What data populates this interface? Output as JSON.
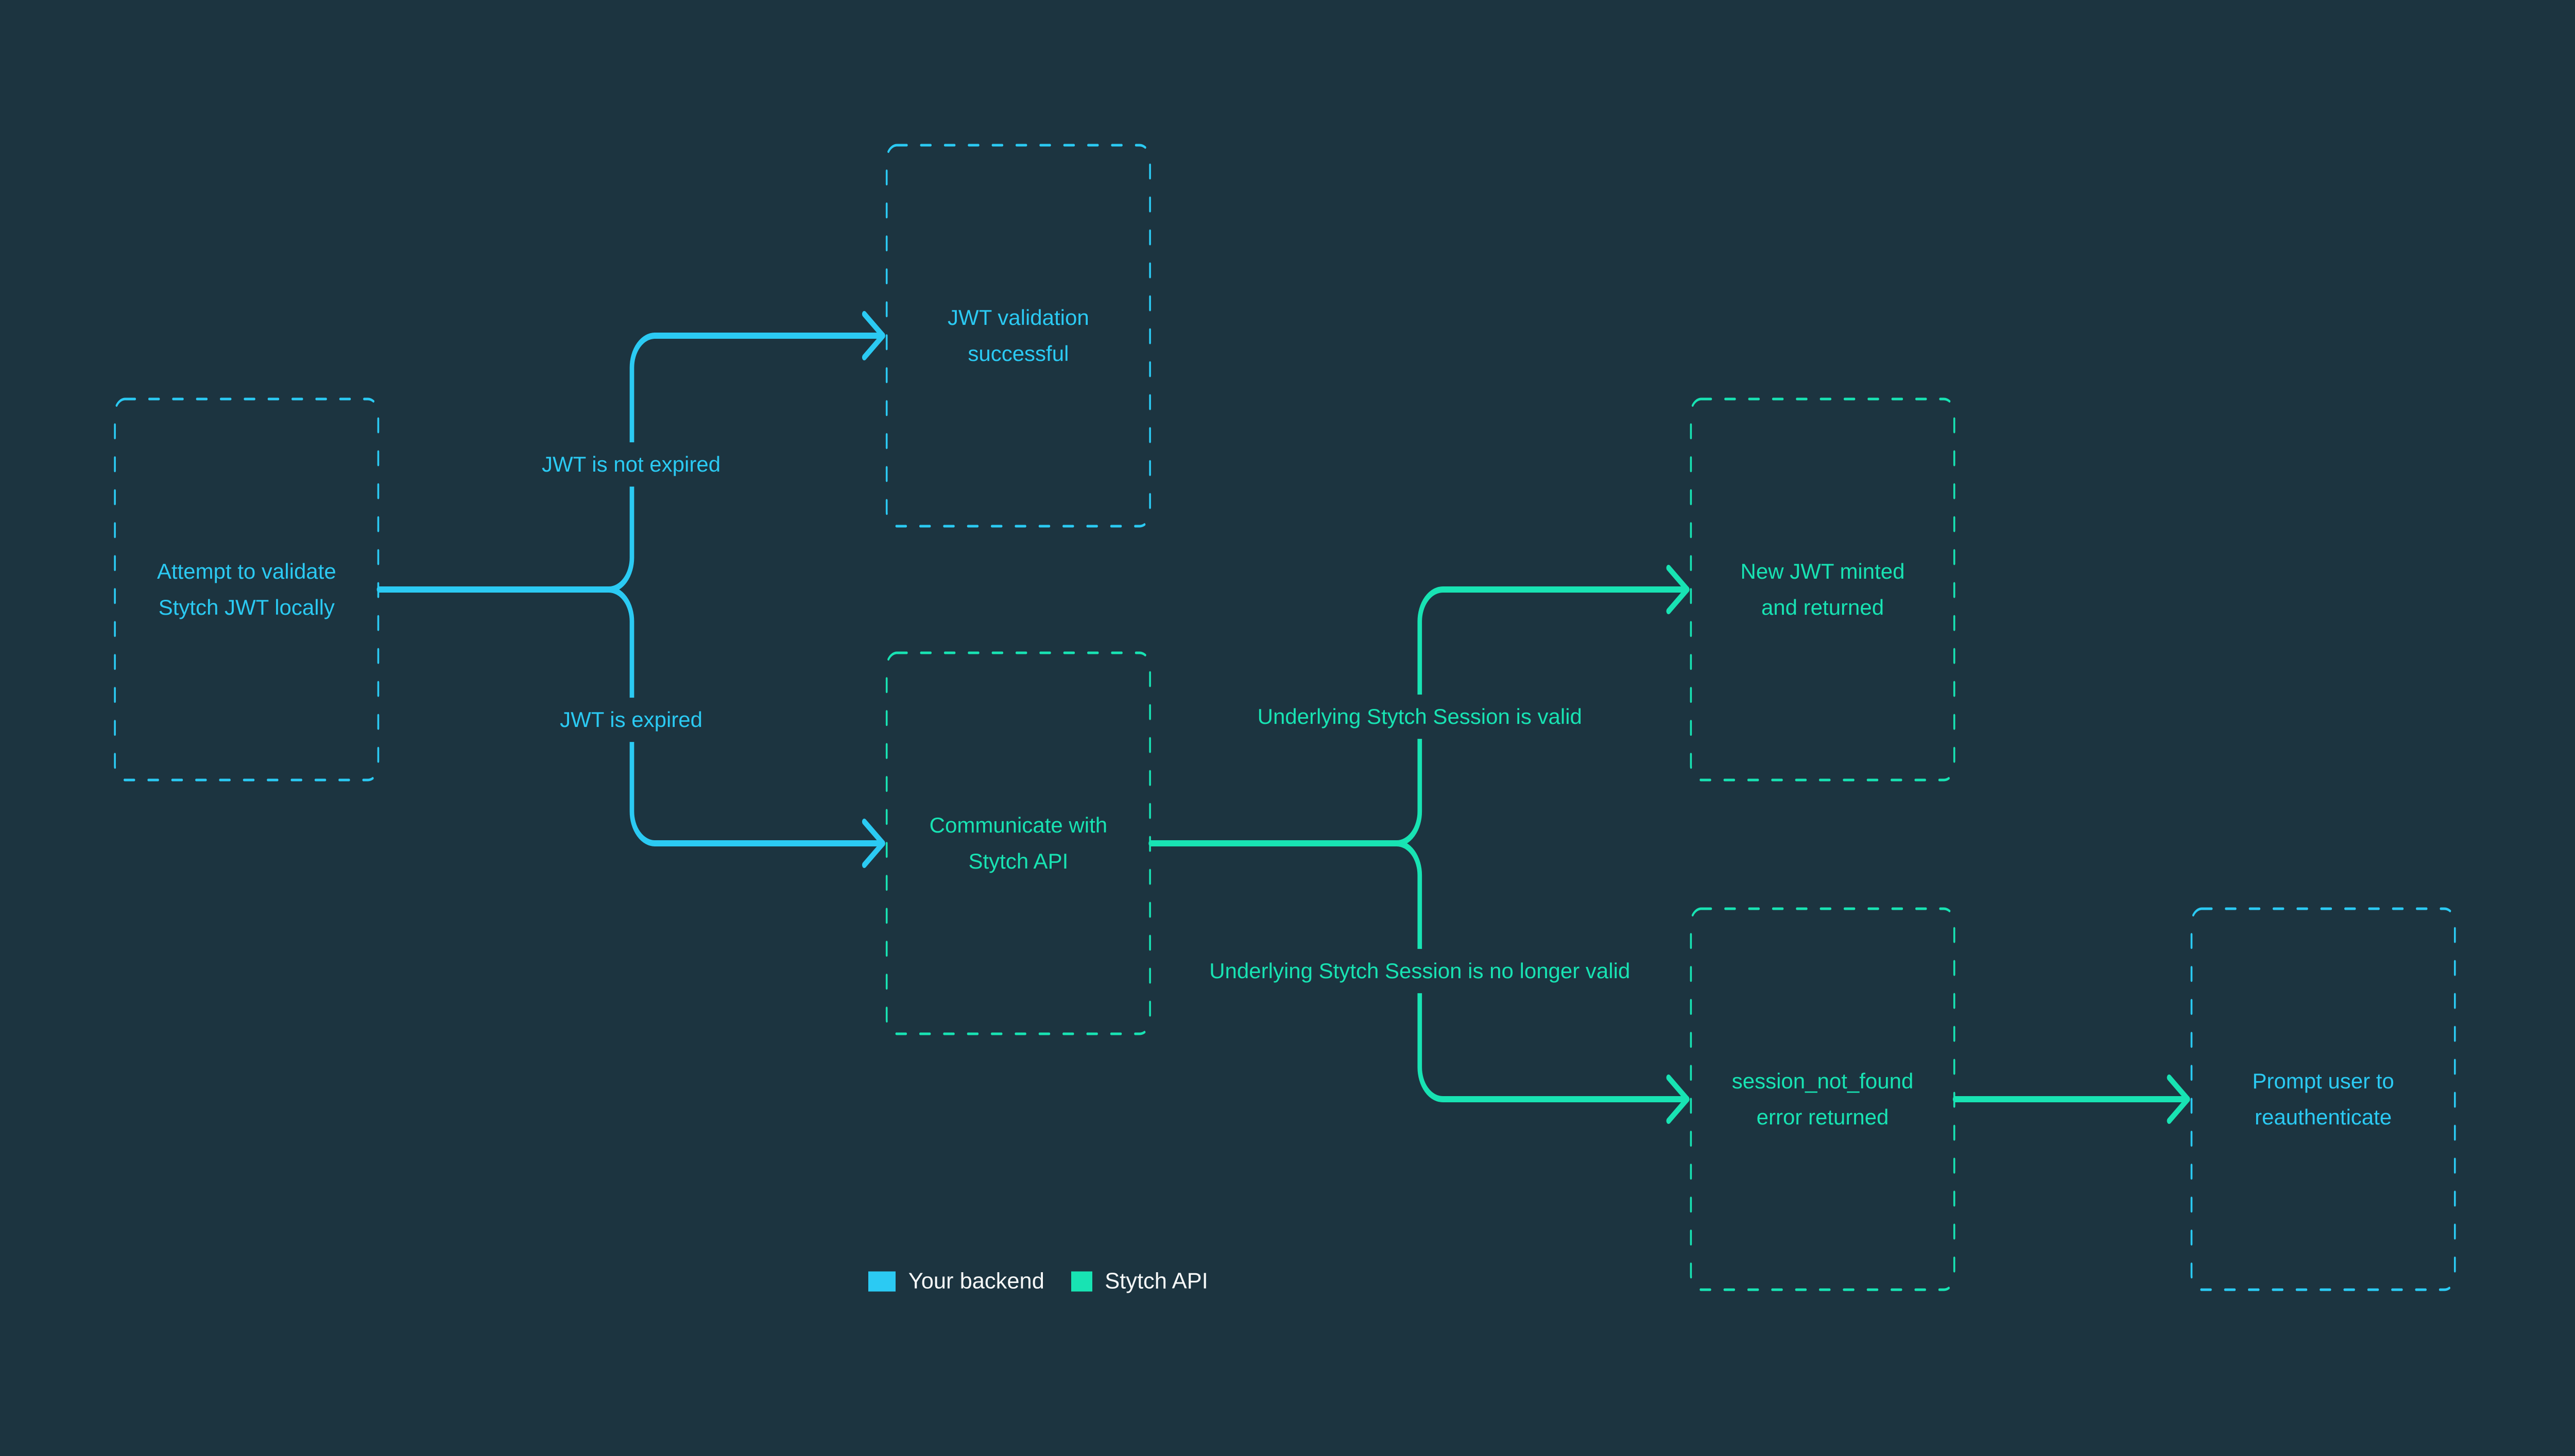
{
  "canvas": {
    "background": "#1C3440"
  },
  "colors": {
    "your_backend": "#2BCAF3",
    "stytch_api": "#18E3B3",
    "legend_text": "#F7F9F9"
  },
  "nodes": [
    {
      "id": "attempt-validate",
      "actor": "your-backend",
      "line1": "Attempt to validate",
      "line2": "Stytch JWT locally"
    },
    {
      "id": "jwt-validation-successful",
      "actor": "your-backend",
      "line1": "JWT validation",
      "line2": "successful"
    },
    {
      "id": "communicate-stytch-api",
      "actor": "stytch-api",
      "line1": "Communicate with",
      "line2": "Stytch API"
    },
    {
      "id": "new-jwt-minted",
      "actor": "stytch-api",
      "line1": "New JWT minted",
      "line2": "and returned"
    },
    {
      "id": "session-not-found",
      "actor": "stytch-api",
      "line1": "session_not_found",
      "line2": "error returned"
    },
    {
      "id": "prompt-reauthenticate",
      "actor": "your-backend",
      "line1": "Prompt user to",
      "line2": "reauthenticate"
    }
  ],
  "edge_labels": [
    {
      "id": "jwt-not-expired",
      "text": "JWT is not expired"
    },
    {
      "id": "jwt-expired",
      "text": "JWT is expired"
    },
    {
      "id": "session-valid",
      "text": "Underlying Stytch Session is valid"
    },
    {
      "id": "session-no-longer-valid",
      "text": "Underlying Stytch Session is no longer valid"
    }
  ],
  "legend": {
    "items": [
      {
        "label": "Your backend",
        "color": "#2BCAF3"
      },
      {
        "label": "Stytch API",
        "color": "#18E3B3"
      }
    ]
  }
}
